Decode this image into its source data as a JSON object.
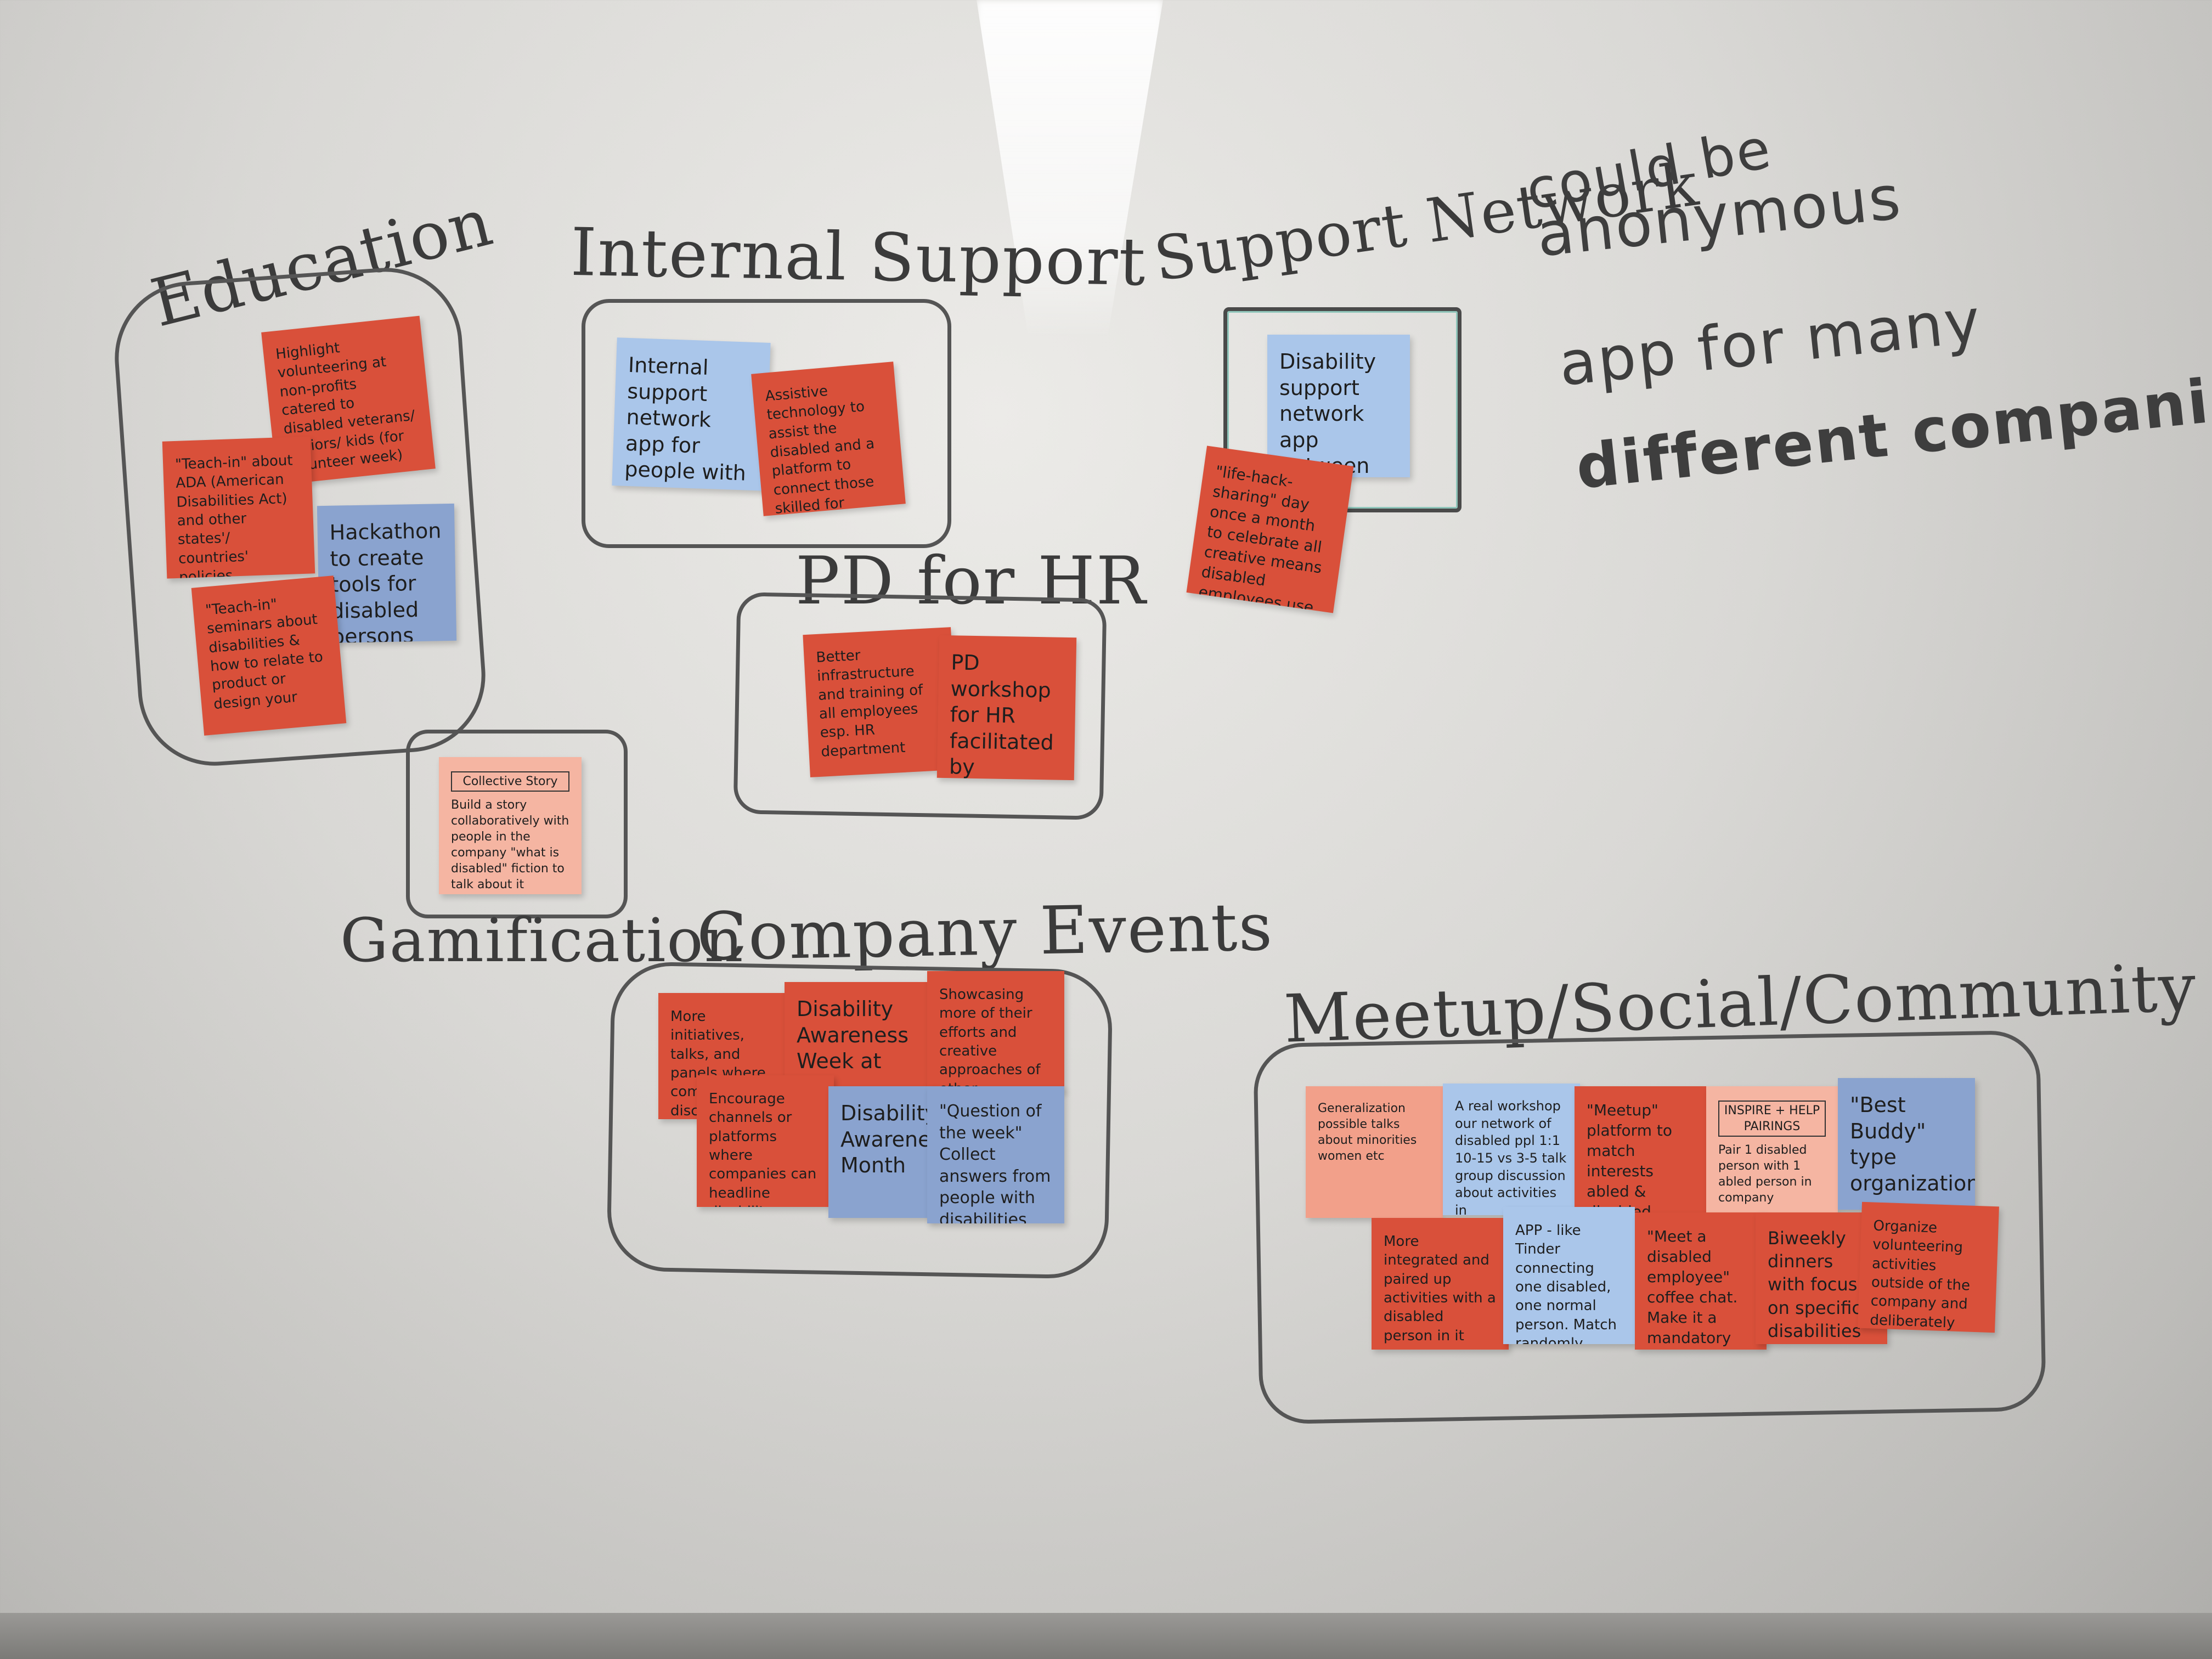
{
  "board": {
    "headings": {
      "education": "Education",
      "internal_support": "Internal Support",
      "support_network": "Support Network",
      "pd_for_hr": "PD for HR",
      "gamification": "Gamification",
      "company_events": "Company Events",
      "meetup": "Meetup/Social/Community"
    },
    "annotations": {
      "could_be": "could be",
      "anonymous": "anonymous",
      "app_for_many": "app for many",
      "different_companies": "different companies"
    }
  },
  "notes": {
    "education": [
      "Highlight volunteering at non-profits catered to disabled veterans/ seniors/ kids (for volunteer week)",
      "\"Teach-in\" about ADA (American Disabilities Act) and other states'/ countries' policies",
      "Hackathon to create tools for disabled persons",
      "\"Teach-in\" seminars about disabilities & how to relate to product or design your"
    ],
    "internal_support": [
      "Internal support network app for people with social anxiety, like Be My Eyes, but for anxiety",
      "Assistive technology to assist the disabled and a platform to connect those skilled for disabled to resolve a task"
    ],
    "support_network": [
      "Disability support network app between orgs; like Blind, but for disabilities",
      "\"life-hack-sharing\" day once a month to celebrate all creative means disabled employees use"
    ],
    "pd_for_hr": [
      "Better infrastructure and training of all employees esp. HR department",
      "PD workshop for HR facilitated by disabled employees group"
    ],
    "gamification": {
      "title": "Collective Story",
      "body": "Build a story collaboratively with people in the company \"what is disabled\" fiction to talk about it"
    },
    "company_events": [
      "More initiatives, talks, and panels where companies discuss",
      "Disability Awareness Week at the company",
      "Showcasing more of their efforts and creative approaches of other employees who are also disability",
      "Encourage channels or platforms where companies can headline disability events and promote it",
      "Disability Awareness Month",
      "\"Question of the week\" Collect answers from people with disabilities"
    ],
    "meetup_top": [
      "Generalization possible talks about minorities women etc",
      "A real workshop our network of disabled ppl 1:1 10-15 vs 3-5 talk group discussion about activities in",
      "\"Meetup\" platform to match interests abled & disabled",
      "Pair 1 disabled person with 1 abled person in company",
      "\"Best Buddy\" type organization"
    ],
    "meetup_top_title": "INSPIRE + HELP PAIRINGS",
    "meetup_bottom": [
      "More integrated and paired up activities with a disabled person in it",
      "APP - like Tinder connecting one disabled, one normal person. Match randomly based on input",
      "\"Meet a disabled employee\" coffee chat. Make it a mandatory break time",
      "Biweekly dinners with focus on specific disabilities",
      "Organize volunteering activities outside of the company and deliberately pair abled & disabled employees"
    ]
  }
}
